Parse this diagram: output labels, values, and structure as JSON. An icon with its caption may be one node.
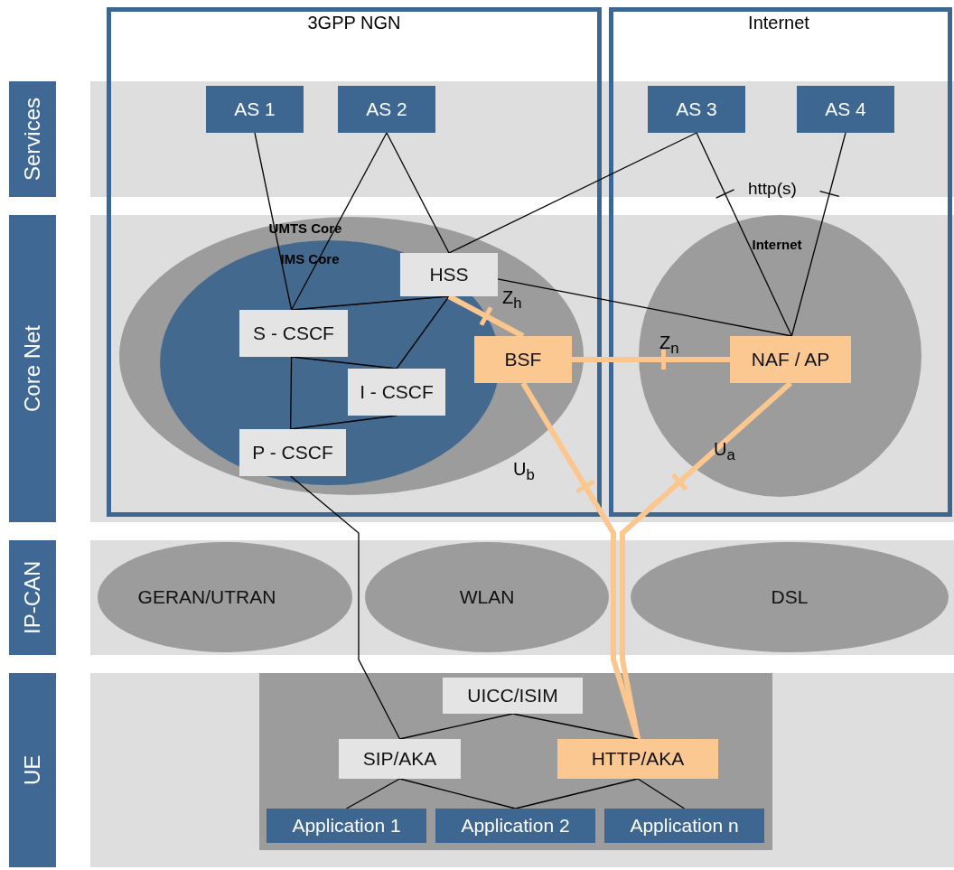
{
  "diagram": {
    "nodes": [
      {
        "text": [
          "Services"
        ]
      },
      {
        "text": [
          "Core Net"
        ]
      },
      {
        "text": [
          "IP-CAN"
        ]
      },
      {
        "text": [
          "UE"
        ]
      },
      {
        "text": [
          "3GPP NGN"
        ]
      },
      {
        "text": [
          "Internet"
        ]
      },
      {
        "text": [
          "AS 1"
        ],
        "in": 4
      },
      {
        "text": [
          "AS 2"
        ],
        "in": 4
      },
      {
        "text": [
          "AS 3"
        ],
        "in": 5
      },
      {
        "text": [
          "AS 4"
        ],
        "in": 5
      },
      {
        "text": [
          "UMTS Core"
        ],
        "in": 4
      },
      {
        "text": [
          "IMS Core"
        ],
        "in": 10
      },
      {
        "text": [
          "HSS"
        ],
        "in": 11
      },
      {
        "text": [
          "S - CSCF"
        ],
        "in": 11
      },
      {
        "text": [
          "BSF"
        ],
        "in": 10
      },
      {
        "text": [
          "I - CSCF"
        ],
        "in": 11
      },
      {
        "text": [
          "P - CSCF"
        ],
        "in": 11
      },
      {
        "text": [
          "Internet"
        ],
        "in": 5
      },
      {
        "text": [
          "NAF / AP"
        ],
        "in": 17
      },
      {
        "text": [
          "GERAN/UTRAN"
        ]
      },
      {
        "text": [
          "WLAN"
        ]
      },
      {
        "text": [
          "DSL"
        ]
      },
      {
        "text": [],
        "shape": "box"
      },
      {
        "text": [
          "UICC/ISIM"
        ],
        "in": 22
      },
      {
        "text": [
          "SIP/AKA"
        ],
        "in": 22
      },
      {
        "text": [
          "HTTP/AKA"
        ],
        "in": 22
      },
      {
        "text": [
          "Application 1"
        ],
        "in": 22
      },
      {
        "text": [
          "Application 2"
        ],
        "in": 22
      },
      {
        "text": [
          "Application n"
        ],
        "in": 22
      }
    ],
    "edges": [
      {
        "from": 6,
        "to": 13,
        "arrow": "none"
      },
      {
        "from": 7,
        "to": 13,
        "arrow": "none"
      },
      {
        "from": 7,
        "to": 12,
        "arrow": "none"
      },
      {
        "from": 8,
        "to": 12,
        "arrow": "none"
      },
      {
        "from": 8,
        "to": 18,
        "arrow": "none"
      },
      {
        "from": 9,
        "to": 18,
        "arrow": "none"
      },
      {
        "from": 12,
        "to": 13,
        "arrow": "none"
      },
      {
        "from": 12,
        "to": 15,
        "arrow": "none"
      },
      {
        "from": 12,
        "to": 18,
        "arrow": "none"
      },
      {
        "from": 12,
        "to": 14,
        "arrow": "none",
        "label": "Z$_{h}$",
        "style": "thick",
        "color": "#fbc78f"
      },
      {
        "from": 13,
        "to": 15,
        "arrow": "none"
      },
      {
        "from": 13,
        "to": 16,
        "arrow": "none"
      },
      {
        "from": 15,
        "to": 16,
        "arrow": "none"
      },
      {
        "from": 14,
        "to": 18,
        "arrow": "none",
        "label": "Z$_{n}$",
        "style": "thick",
        "color": "#fbc78f"
      },
      {
        "from": 14,
        "to": 25,
        "arrow": "none",
        "label": "U$_{b}$",
        "style": "thick",
        "color": "#fbc78f"
      },
      {
        "from": 18,
        "to": 25,
        "arrow": "none",
        "label": "U$_{a}$",
        "style": "thick",
        "color": "#fbc78f"
      },
      {
        "from": 16,
        "to": 24,
        "arrow": "none"
      },
      {
        "from": 23,
        "to": 24,
        "arrow": "none"
      },
      {
        "from": 23,
        "to": 25,
        "arrow": "none"
      },
      {
        "from": 24,
        "to": 26,
        "arrow": "none"
      },
      {
        "from": 24,
        "to": 27,
        "arrow": "none"
      },
      {
        "from": 25,
        "to": 27,
        "arrow": "none"
      },
      {
        "from": 25,
        "to": 28,
        "arrow": "none"
      }
    ],
    "labels": [
      "http(s)"
    ]
  }
}
